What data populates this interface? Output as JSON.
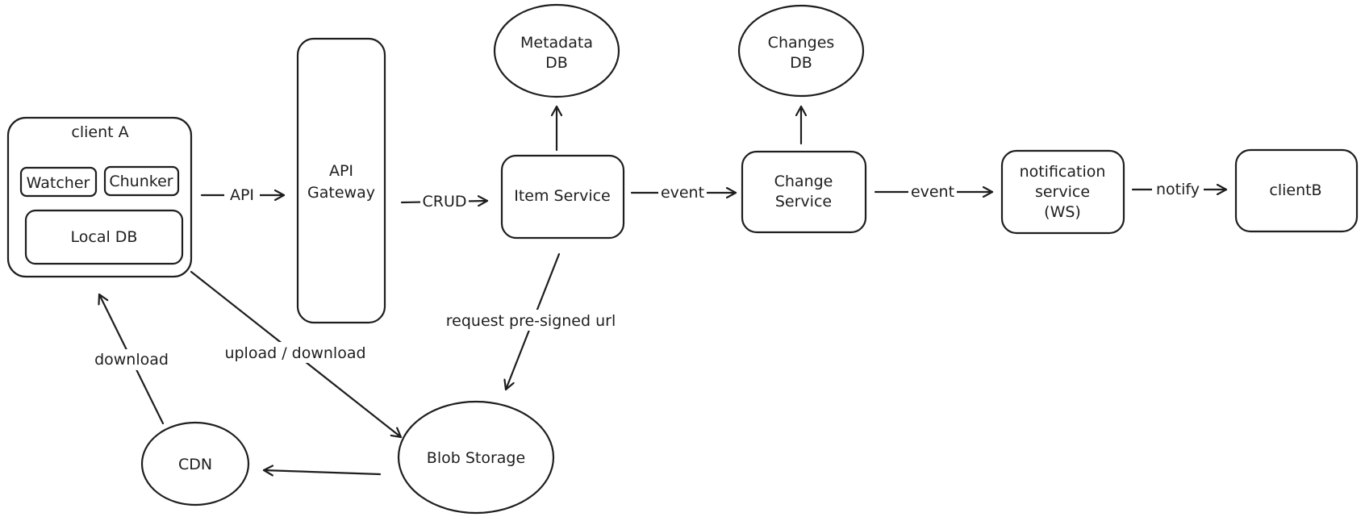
{
  "diagram": {
    "nodes": [
      {
        "id": "client_a",
        "lines": [
          "client A"
        ],
        "shape": "rounded-rect"
      },
      {
        "id": "watcher",
        "lines": [
          "Watcher"
        ],
        "shape": "rounded-rect"
      },
      {
        "id": "chunker",
        "lines": [
          "Chunker"
        ],
        "shape": "rounded-rect"
      },
      {
        "id": "local_db",
        "lines": [
          "Local DB"
        ],
        "shape": "rounded-rect"
      },
      {
        "id": "api_gateway",
        "lines": [
          "API",
          "Gateway"
        ],
        "shape": "rounded-rect"
      },
      {
        "id": "item_service",
        "lines": [
          "Item Service"
        ],
        "shape": "rounded-rect"
      },
      {
        "id": "metadata_db",
        "lines": [
          "Metadata",
          "DB"
        ],
        "shape": "ellipse"
      },
      {
        "id": "change_service",
        "lines": [
          "Change",
          "Service"
        ],
        "shape": "rounded-rect"
      },
      {
        "id": "changes_db",
        "lines": [
          "Changes",
          "DB"
        ],
        "shape": "ellipse"
      },
      {
        "id": "notification_service",
        "lines": [
          "notification",
          "service",
          "(WS)"
        ],
        "shape": "rounded-rect"
      },
      {
        "id": "client_b",
        "lines": [
          "clientB"
        ],
        "shape": "rounded-rect"
      },
      {
        "id": "blob_storage",
        "lines": [
          "Blob Storage"
        ],
        "shape": "ellipse"
      },
      {
        "id": "cdn",
        "lines": [
          "CDN"
        ],
        "shape": "ellipse"
      }
    ],
    "edges": [
      {
        "id": "e_api",
        "from": "client_a",
        "to": "api_gateway",
        "label": "API"
      },
      {
        "id": "e_crud",
        "from": "api_gateway",
        "to": "item_service",
        "label": "CRUD"
      },
      {
        "id": "e_item_meta",
        "from": "item_service",
        "to": "metadata_db",
        "label": ""
      },
      {
        "id": "e_item_event",
        "from": "item_service",
        "to": "change_service",
        "label": "event"
      },
      {
        "id": "e_change_db",
        "from": "change_service",
        "to": "changes_db",
        "label": ""
      },
      {
        "id": "e_change_event",
        "from": "change_service",
        "to": "notification_service",
        "label": "event"
      },
      {
        "id": "e_notify",
        "from": "notification_service",
        "to": "client_b",
        "label": "notify"
      },
      {
        "id": "e_presign",
        "from": "item_service",
        "to": "blob_storage",
        "label": "request pre-signed url"
      },
      {
        "id": "e_upload",
        "from": "client_a",
        "to": "blob_storage",
        "label": "upload / download"
      },
      {
        "id": "e_blob_cdn",
        "from": "blob_storage",
        "to": "cdn",
        "label": ""
      },
      {
        "id": "e_download",
        "from": "cdn",
        "to": "client_a",
        "label": "download"
      }
    ]
  }
}
